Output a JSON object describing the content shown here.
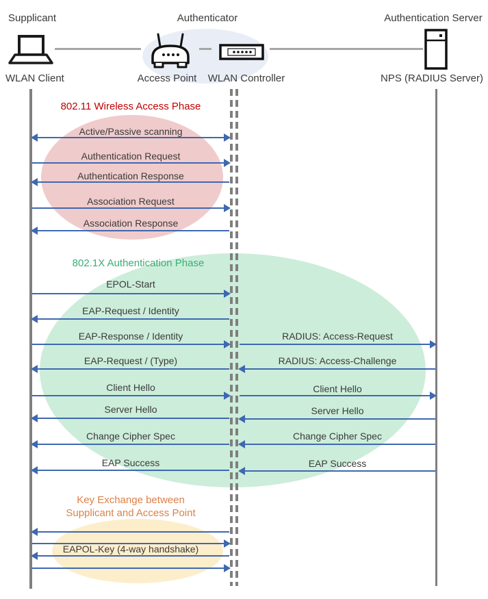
{
  "actors": {
    "supplicant": {
      "role": "Supplicant",
      "device": "WLAN Client",
      "icon": "laptop-icon"
    },
    "authenticator": {
      "role": "Authenticator",
      "access_point": "Access Point",
      "wlan_controller": "WLAN Controller",
      "icons": [
        "access-point-icon",
        "wlan-controller-icon"
      ]
    },
    "server": {
      "role": "Authentication Server",
      "device": "NPS (RADIUS Server)",
      "icon": "server-icon"
    }
  },
  "colors": {
    "arrow_blue": "#3E68B0",
    "lifeline_gray": "#7F7F7F",
    "connector_gray": "#A6A6A6",
    "authenticator_halo": "#E9EDF6",
    "phase1_fill": "#F0CBCB",
    "phase1_title": "#C00000",
    "phase2_fill": "#CCEDDA",
    "phase2_title": "#3AAE75",
    "phase3_fill": "#FDEECB",
    "phase3_title": "#DD8047",
    "label_text": "#3A3A3A"
  },
  "phases": [
    {
      "title": "802.11 Wireless Access Phase",
      "messages": [
        {
          "label": "Active/Passive scanning",
          "from": "WLAN Client",
          "to": "WLAN Controller",
          "direction": "both"
        },
        {
          "label": "Authentication Request",
          "from": "WLAN Client",
          "to": "WLAN Controller",
          "direction": "right"
        },
        {
          "label": "Authentication Response",
          "from": "WLAN Controller",
          "to": "WLAN Client",
          "direction": "left"
        },
        {
          "label": "Association Request",
          "from": "WLAN Client",
          "to": "WLAN Controller",
          "direction": "right"
        },
        {
          "label": "Association Response",
          "from": "WLAN Controller",
          "to": "WLAN Client",
          "direction": "left"
        }
      ]
    },
    {
      "title": "802.1X Authentication Phase",
      "left": [
        {
          "label": "EPOL-Start",
          "direction": "right"
        },
        {
          "label": "EAP-Request / Identity",
          "direction": "left"
        },
        {
          "label": "EAP-Response / Identity",
          "direction": "right"
        },
        {
          "label": "EAP-Request / (Type)",
          "direction": "left"
        },
        {
          "label": "Client Hello",
          "direction": "right"
        },
        {
          "label": "Server Hello",
          "direction": "left"
        },
        {
          "label": "Change Cipher Spec",
          "direction": "left"
        },
        {
          "label": "EAP Success",
          "direction": "left"
        }
      ],
      "right": [
        {
          "label": "RADIUS: Access-Request",
          "direction": "right"
        },
        {
          "label": "RADIUS: Access-Challenge",
          "direction": "left"
        },
        {
          "label": "Client Hello",
          "direction": "right"
        },
        {
          "label": "Server Hello",
          "direction": "left"
        },
        {
          "label": "Change Cipher Spec",
          "direction": "left"
        },
        {
          "label": "EAP Success",
          "direction": "left"
        }
      ]
    },
    {
      "title": "Key Exchange between\nSupplicant and Access Point",
      "label": "EAPOL-Key (4-way handshake)",
      "messages": [
        {
          "direction": "left"
        },
        {
          "direction": "right"
        },
        {
          "direction": "left"
        },
        {
          "direction": "right"
        }
      ]
    }
  ]
}
